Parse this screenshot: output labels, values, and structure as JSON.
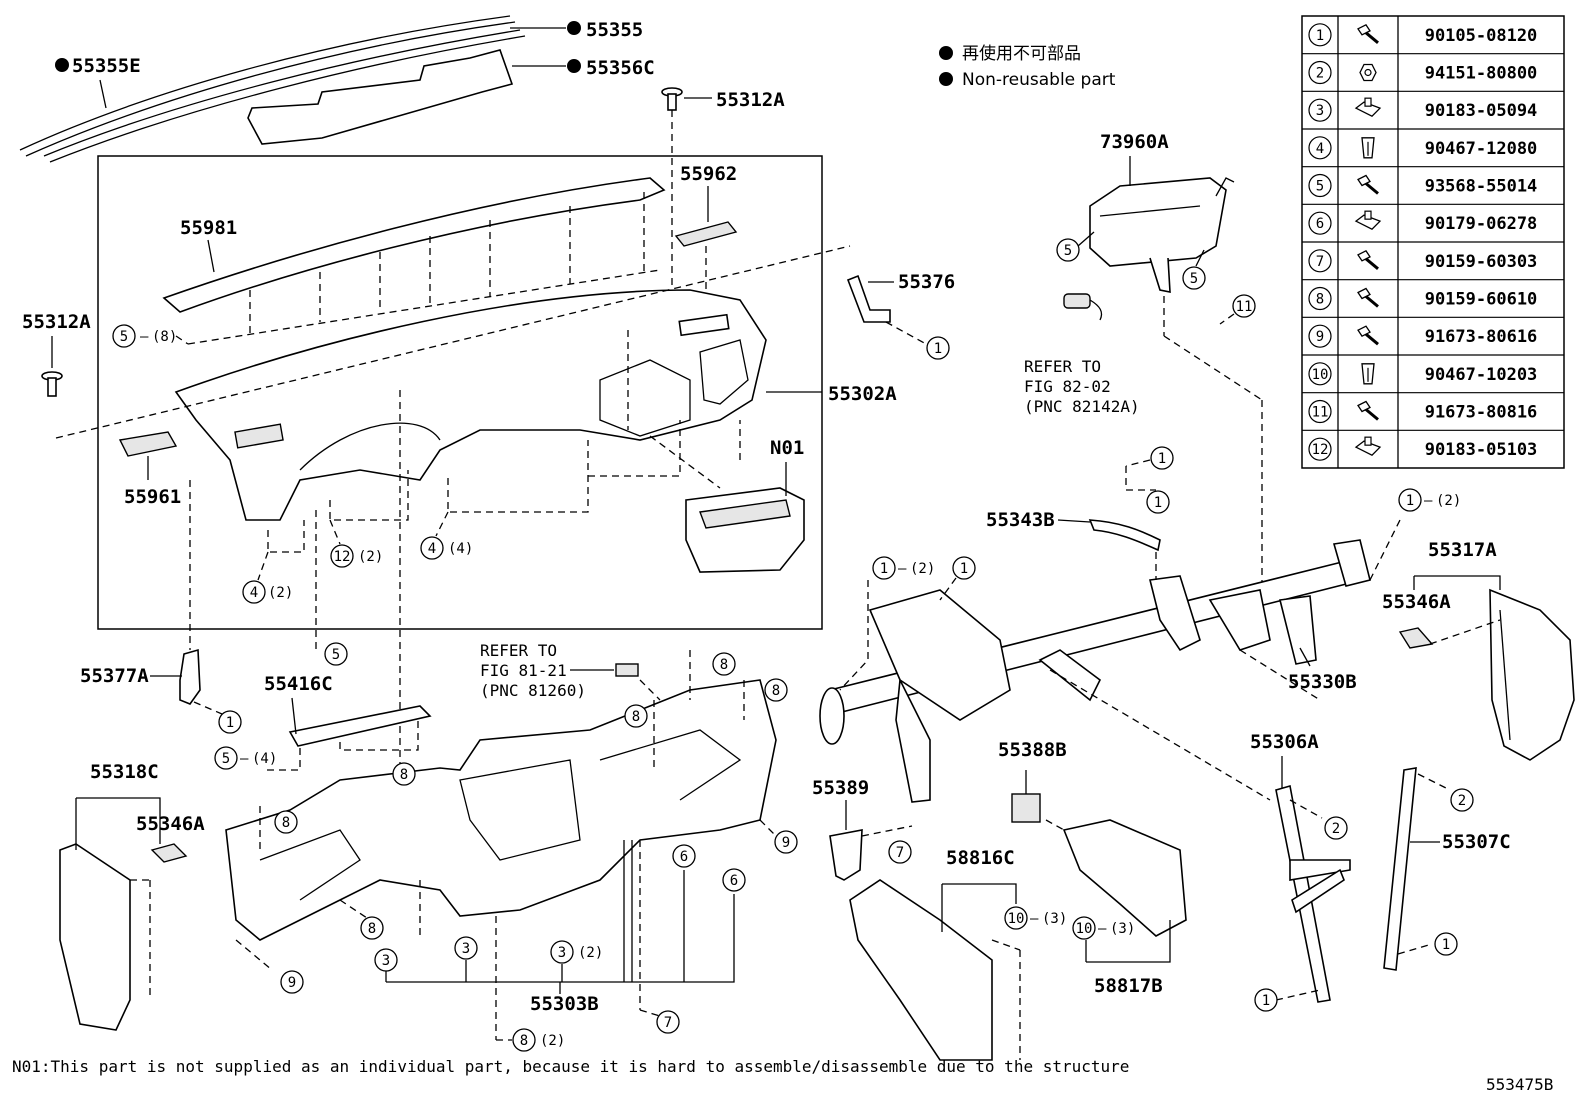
{
  "legend": {
    "jp": "再使用不可部品",
    "en": "Non-reusable part"
  },
  "parts_table": [
    {
      "num": "1",
      "icon": "bolt-icon",
      "part_no": "90105-08120"
    },
    {
      "num": "2",
      "icon": "nut-icon",
      "part_no": "94151-80800"
    },
    {
      "num": "3",
      "icon": "clip-nut-icon",
      "part_no": "90183-05094"
    },
    {
      "num": "4",
      "icon": "clip-icon",
      "part_no": "90467-12080"
    },
    {
      "num": "5",
      "icon": "bolt-icon",
      "part_no": "93568-55014"
    },
    {
      "num": "6",
      "icon": "clip-nut-icon",
      "part_no": "90179-06278"
    },
    {
      "num": "7",
      "icon": "bolt-icon",
      "part_no": "90159-60303"
    },
    {
      "num": "8",
      "icon": "bolt-icon",
      "part_no": "90159-60610"
    },
    {
      "num": "9",
      "icon": "bolt-icon",
      "part_no": "91673-80616"
    },
    {
      "num": "10",
      "icon": "clip-icon",
      "part_no": "90467-10203"
    },
    {
      "num": "11",
      "icon": "bolt-icon",
      "part_no": "91673-80816"
    },
    {
      "num": "12",
      "icon": "clip-nut-icon",
      "part_no": "90183-05103"
    }
  ],
  "labels": {
    "p55355": "55355",
    "p55355E": "55355E",
    "p55356C": "55356C",
    "p55312A_top": "55312A",
    "p55312A_left": "55312A",
    "p55962": "55962",
    "p55981": "55981",
    "p55376": "55376",
    "p55302A": "55302A",
    "p55961": "55961",
    "pN01": "N01",
    "p73960A": "73960A",
    "p55343B": "55343B",
    "p55317A": "55317A",
    "p55346A_right": "55346A",
    "p55330B": "55330B",
    "p55377A": "55377A",
    "p55416C": "55416C",
    "p55318C": "55318C",
    "p55346A_left": "55346A",
    "p55389": "55389",
    "p55388B": "55388B",
    "p55306A": "55306A",
    "p55307C": "55307C",
    "p58816C": "58816C",
    "p58817B": "58817B",
    "p55303B": "55303B"
  },
  "refs": {
    "fig82": [
      "REFER TO",
      "FIG 82-02",
      "(PNC 82142A)"
    ],
    "fig81": [
      "REFER TO",
      "FIG 81-21",
      "(PNC 81260)"
    ]
  },
  "qty": {
    "x8": "(8)",
    "x4": "(4)",
    "x2": "(2)",
    "x3": "(3)"
  },
  "callouts": {
    "c1": "1",
    "c2": "2",
    "c3": "3",
    "c4": "4",
    "c5": "5",
    "c6": "6",
    "c7": "7",
    "c8": "8",
    "c9": "9",
    "c10": "10",
    "c11": "11",
    "c12": "12"
  },
  "footnote": "N01:This part is not supplied as an individual part, because it is hard to assemble/disassemble due to the structure",
  "figure_id": "553475B"
}
